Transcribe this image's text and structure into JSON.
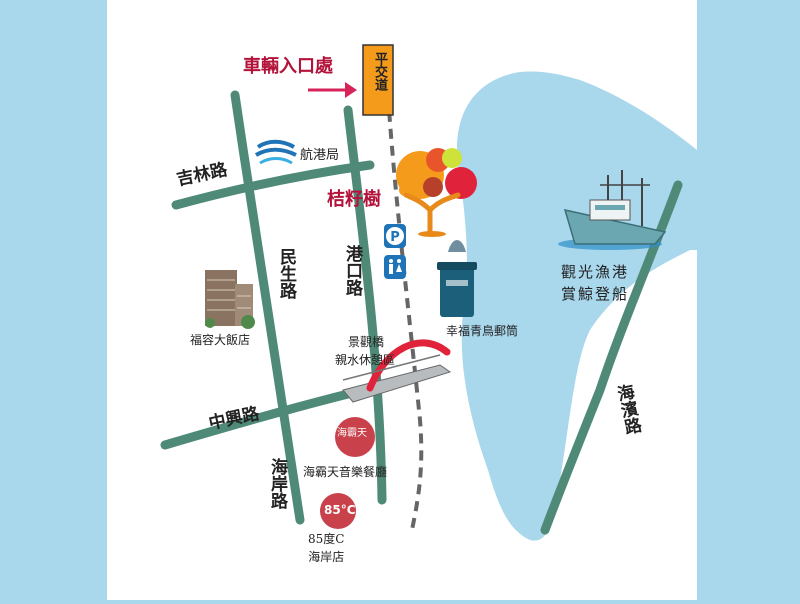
{
  "entrance_label": "車輛入口處",
  "level_crossing": "平交道",
  "roads": {
    "jilin": "吉林路",
    "minsheng": "民生路",
    "gangkou": "港口路",
    "zhongxing": "中興路",
    "haian": "海岸路",
    "haibin": "海濱路"
  },
  "places": {
    "harbor_bureau": "航港局",
    "tree": "桔籽樹",
    "hotel": "福容大飯店",
    "mailbox": "幸福青鳥郵筒",
    "bridge_line1": "景觀橋",
    "bridge_line2": "親水休憩區",
    "restaurant_badge": "海霸天",
    "restaurant": "海霸天音樂餐廳",
    "cafe_badge": "85°C",
    "cafe_line1": "85度C",
    "cafe_line2": "海岸店",
    "fishing_line1": "觀光漁港",
    "fishing_line2": "賞鯨登船"
  },
  "icons": [
    "parking-icon",
    "restroom-icon",
    "arrow-right-icon",
    "boat-icon"
  ],
  "colors": {
    "background": "#a9d7ec",
    "road": "#4f8a78",
    "sea": "#a9d7ec",
    "accent_red": "#b3133a",
    "crossing_orange": "#f59b1c",
    "parking_blue": "#1f74b7"
  }
}
